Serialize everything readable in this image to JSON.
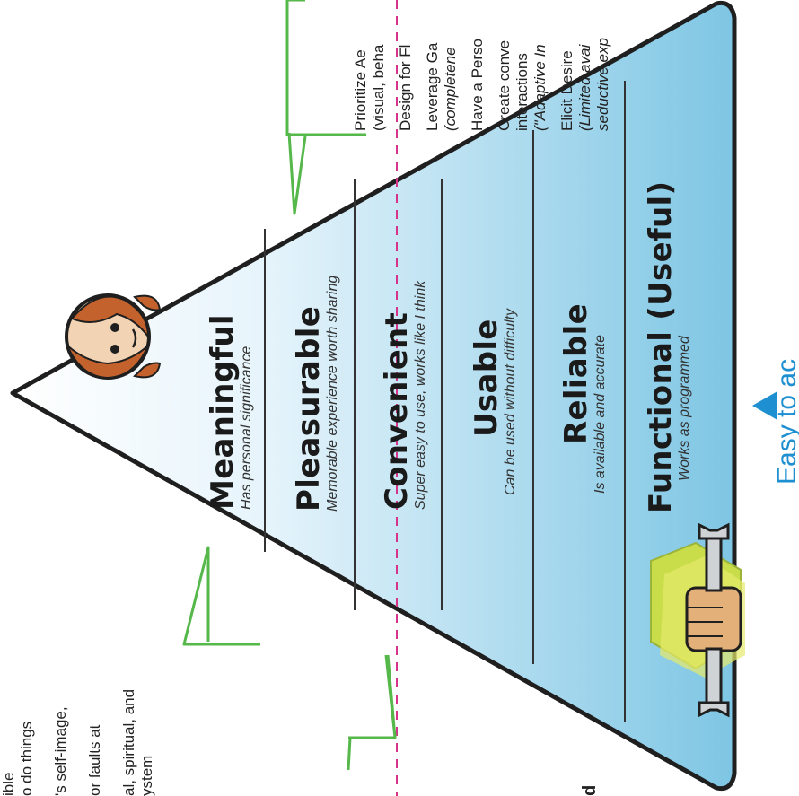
{
  "pyramid": {
    "colors": {
      "fill_top": "#ffffff",
      "fill_bottom": "#7ec6e4",
      "outline": "#1f1f1f",
      "connector": "#56b84a",
      "divider": "#d6338a"
    },
    "tiers": [
      {
        "title": "Meaningful",
        "subtitle": "Has personal significance"
      },
      {
        "title": "Pleasurable",
        "subtitle": "Memorable experience worth sharing"
      },
      {
        "title": "Convenient",
        "subtitle": "Super easy to use, works like I think"
      },
      {
        "title": "Usable",
        "subtitle": "Can be used without difficulty"
      },
      {
        "title": "Reliable",
        "subtitle": "Is available and accurate"
      },
      {
        "title": "Functional (Useful)",
        "subtitle": "Works as programmed"
      }
    ]
  },
  "right_notes": {
    "items": [
      {
        "l1": "Prioritize Ae",
        "l2": "(visual, beha"
      },
      {
        "l1": "Design for Fl",
        "l2": ""
      },
      {
        "l1": "Leverage Ga",
        "l2": "(completene"
      },
      {
        "l1": "Have a Perso",
        "l2": ""
      },
      {
        "l1": "Create conve",
        "l2": "interactions",
        "l3": "(\"Adaptive In"
      },
      {
        "l1": "Elicit Desire",
        "l2": "(Limited avai",
        "l3": "seductive exp"
      }
    ]
  },
  "left_notes": {
    "lines": [
      "ystem",
      "al, spiritual, and",
      "or faults at",
      "'s self-image,",
      "o do things",
      "ible"
    ],
    "bottom_glyph": "d"
  },
  "footer": {
    "label": "Easy to ac"
  }
}
